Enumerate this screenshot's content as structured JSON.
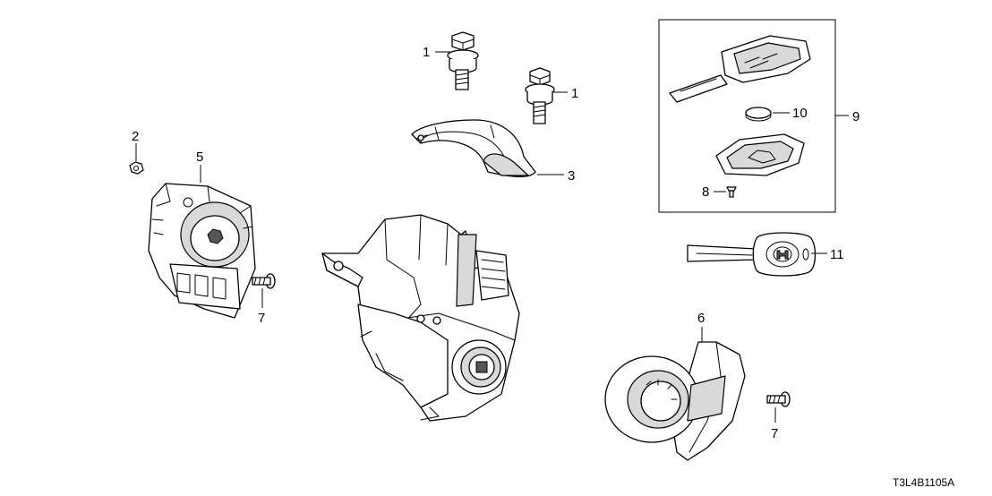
{
  "diagram": {
    "code": "T3L4B1105A",
    "callouts": {
      "c1a": "1",
      "c1b": "1",
      "c2": "2",
      "c3": "3",
      "c5": "5",
      "c6": "6",
      "c7a": "7",
      "c7b": "7",
      "c8": "8",
      "c9": "9",
      "c10": "10",
      "c11": "11"
    }
  }
}
